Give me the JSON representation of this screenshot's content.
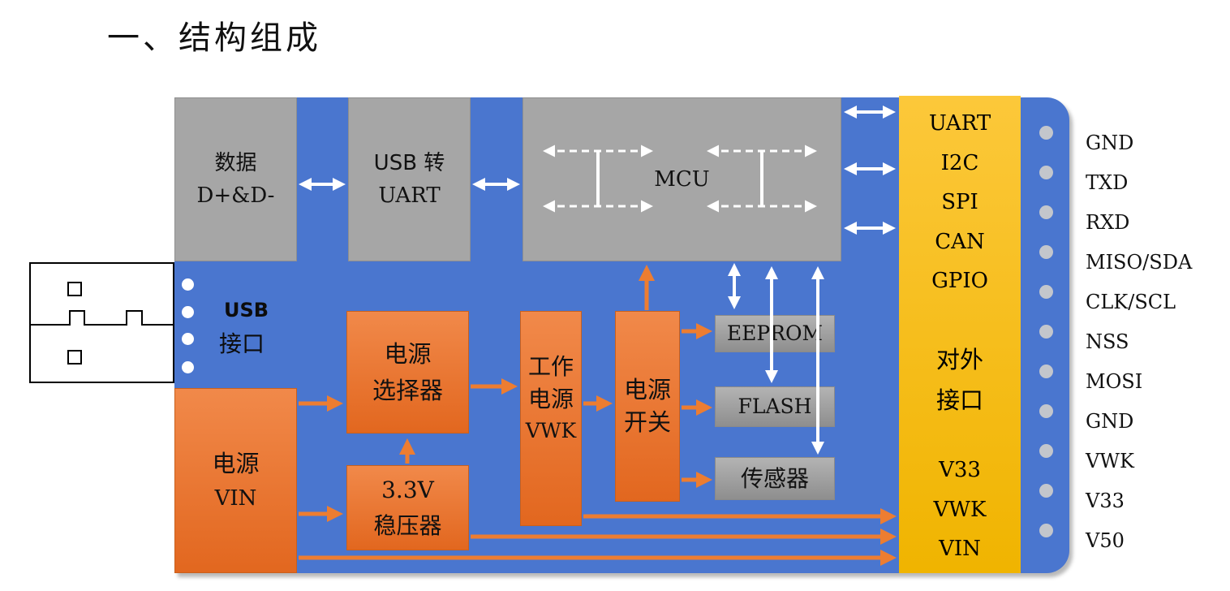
{
  "page": {
    "title": "一、结构组成"
  },
  "diagram": {
    "usb_port": {
      "label_line1": "USB",
      "label_line2": "接口"
    },
    "blocks": {
      "data": {
        "line1": "数据",
        "line2": "D+&D-"
      },
      "usb_uart": {
        "line1": "USB 转",
        "line2": "UART"
      },
      "mcu": {
        "label": "MCU"
      },
      "power_select": {
        "line1": "电源",
        "line2": "选择器"
      },
      "work_power": {
        "line1": "工作",
        "line2": "电源",
        "line3": "VWK"
      },
      "power_switch": {
        "line1": "电",
        "line2": "源",
        "line3": "开关"
      },
      "power_vin": {
        "line1": "电源",
        "line2": "VIN"
      },
      "regulator": {
        "line1": "3.3V",
        "line2": "稳压器"
      },
      "eeprom": {
        "label": "EEPROM"
      },
      "flash": {
        "label": "FLASH"
      },
      "sensor": {
        "label": "传感器"
      },
      "ext_interface": {
        "protocols": [
          "UART",
          "I2C",
          "SPI",
          "CAN",
          "GPIO"
        ],
        "label_line1": "对外",
        "label_line2": "接口",
        "power_rails": [
          "V33",
          "VWK",
          "VIN"
        ]
      }
    },
    "pins": [
      "GND",
      "TXD",
      "RXD",
      "MISO/SDA",
      "CLK/SCL",
      "NSS",
      "MOSI",
      "GND",
      "VWK",
      "V33",
      "V50"
    ],
    "colors": {
      "board": "#4a76cf",
      "gray_block": "#a6a6a6",
      "orange_block": "#eb7a35",
      "yellow_block": "#f8c22a",
      "orange_arrow": "#ed7d31",
      "white_arrow": "#ffffff"
    }
  }
}
